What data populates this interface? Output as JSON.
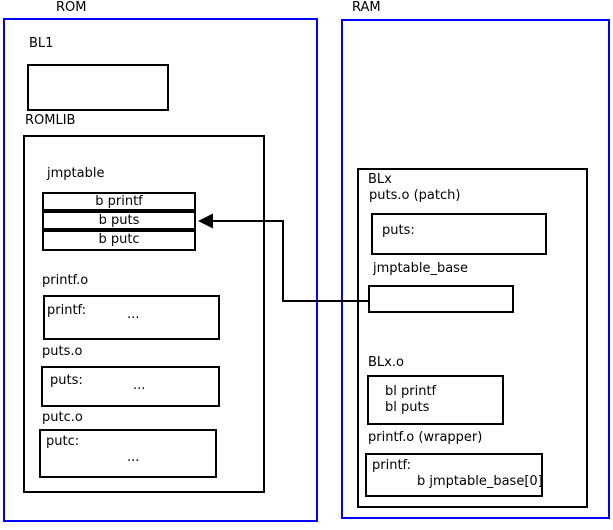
{
  "diagram": {
    "rom": {
      "title": "ROM",
      "bl1_label": "BL1",
      "romlib_label": "ROMLIB",
      "jmptable": {
        "label": "jmptable",
        "entries": [
          "b printf",
          "b puts",
          "b putc"
        ]
      },
      "printf_o": {
        "label": "printf.o",
        "symbol": "printf:",
        "ellipsis": "..."
      },
      "puts_o": {
        "label": "puts.o",
        "symbol": "puts:",
        "ellipsis": "..."
      },
      "putc_o": {
        "label": "putc.o",
        "symbol": "putc:",
        "ellipsis": "..."
      }
    },
    "ram": {
      "title": "RAM",
      "blx_label": "BLx",
      "puts_patch": {
        "label": "puts.o (patch)",
        "symbol": "puts:"
      },
      "jmptable_base_label": "jmptable_base",
      "blx_o": {
        "label": "BLx.o",
        "line1": "bl printf",
        "line2": "bl puts"
      },
      "printf_wrapper": {
        "label": "printf.o (wrapper)",
        "symbol": "printf:",
        "body": "b jmptable_base[0]"
      }
    },
    "colors": {
      "frame_blue": "#0000ff",
      "line_black": "#000000"
    }
  }
}
